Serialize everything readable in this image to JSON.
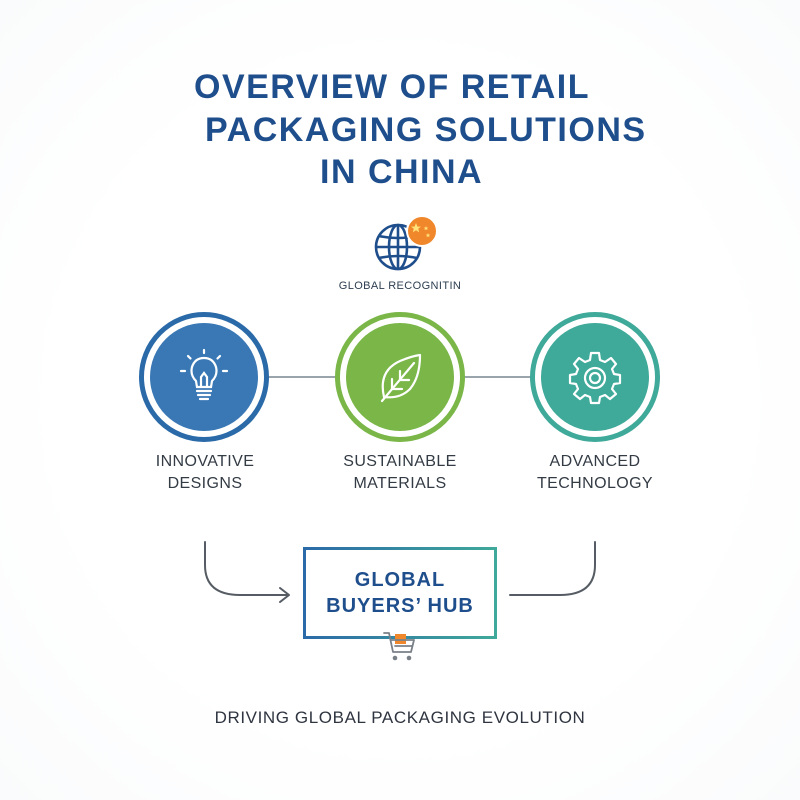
{
  "title": {
    "line1": "OVERVIEW OF RETAIL",
    "line2": "PACKAGING SOLUTIONS",
    "line3": "IN CHINA"
  },
  "recognition": {
    "icon": "globe-with-star-icon",
    "label": "GLOBAL RECOGNITIN"
  },
  "features": [
    {
      "icon": "lightbulb-icon",
      "line1": "INNOVATIVE",
      "line2": "DESIGNS",
      "color": "#3a78b5"
    },
    {
      "icon": "leaf-icon",
      "line1": "SUSTAINABLE",
      "line2": "MATERIALS",
      "color": "#7ab648"
    },
    {
      "icon": "gear-icon",
      "line1": "ADVANCED",
      "line2": "TECHNOLOGY",
      "color": "#3fa99a"
    }
  ],
  "hub": {
    "line1": "GLOBAL",
    "line2": "BUYERS’ HUB",
    "icon": "shopping-cart-icon"
  },
  "footer": "DRIVING GLOBAL PACKAGING EVOLUTION",
  "colors": {
    "title": "#1f4e8c",
    "accent_orange": "#f0882b"
  }
}
